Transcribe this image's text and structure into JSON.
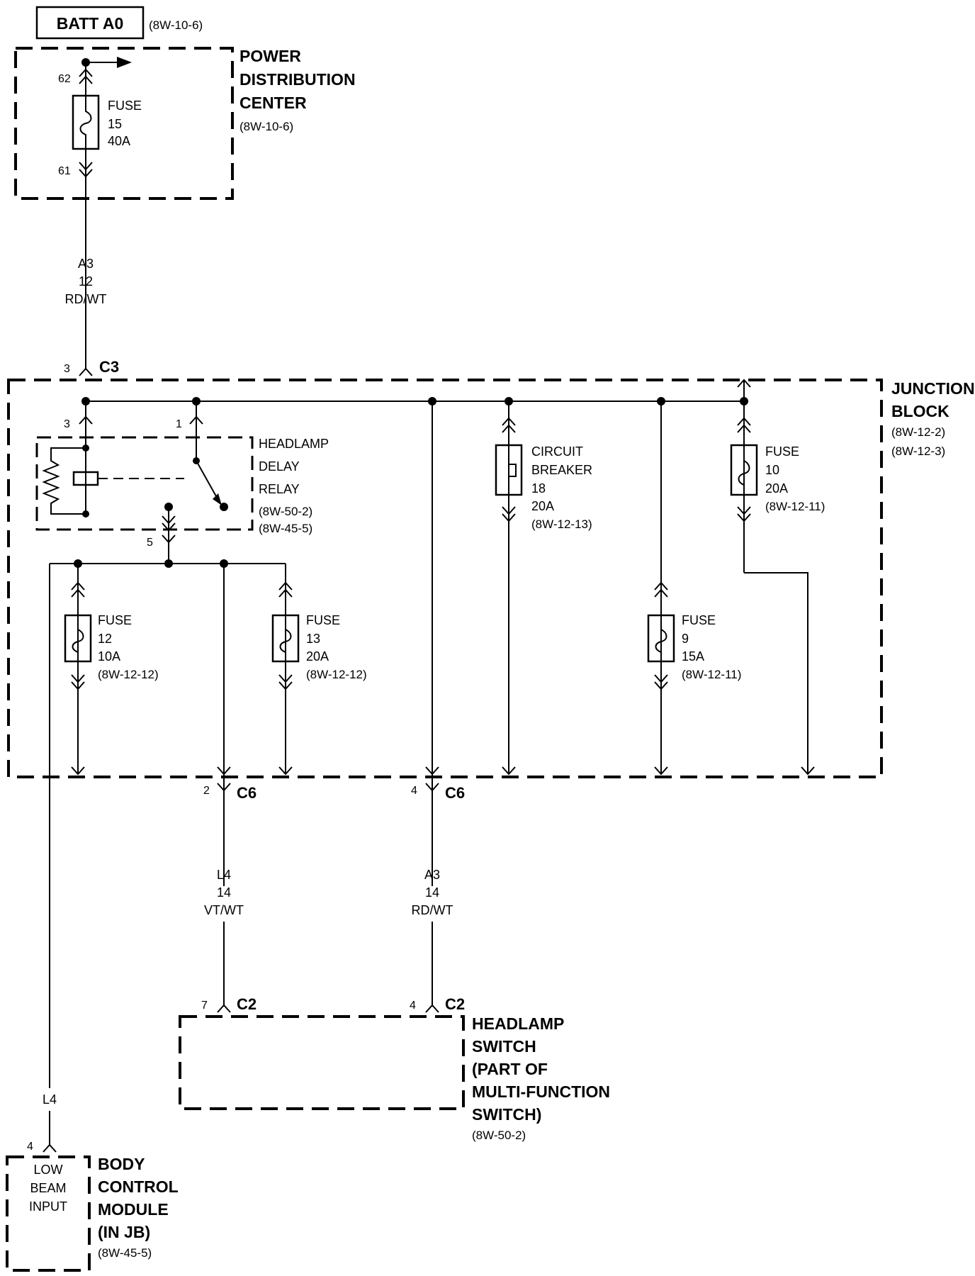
{
  "top": {
    "batt_label": "BATT A0",
    "batt_ref": "(8W-10-6)"
  },
  "pdc": {
    "name_lines": [
      "POWER",
      "DISTRIBUTION",
      "CENTER"
    ],
    "ref": "(8W-10-6)",
    "pin_in": "62",
    "pin_out": "61",
    "fuse": [
      "FUSE",
      "15",
      "40A"
    ]
  },
  "wire_a3_top": [
    "A3",
    "12",
    "RD/WT"
  ],
  "c3": {
    "pin": "3",
    "name": "C3"
  },
  "junction_block": {
    "name_lines": [
      "JUNCTION",
      "BLOCK"
    ],
    "refs": [
      "(8W-12-2)",
      "(8W-12-3)"
    ]
  },
  "relay": {
    "pin_a": "3",
    "pin_b": "1",
    "pin_c": "5",
    "name_lines": [
      "HEADLAMP",
      "DELAY",
      "RELAY"
    ],
    "refs": [
      "(8W-50-2)",
      "(8W-45-5)"
    ]
  },
  "circuit_breaker": [
    "CIRCUIT",
    "BREAKER",
    "18",
    "20A",
    "(8W-12-13)"
  ],
  "fuse10": [
    "FUSE",
    "10",
    "20A",
    "(8W-12-11)"
  ],
  "fuse12": [
    "FUSE",
    "12",
    "10A",
    "(8W-12-12)"
  ],
  "fuse13": [
    "FUSE",
    "13",
    "20A",
    "(8W-12-12)"
  ],
  "fuse9": [
    "FUSE",
    "9",
    "15A",
    "(8W-12-11)"
  ],
  "c6_left": {
    "pin": "2",
    "name": "C6"
  },
  "c6_right": {
    "pin": "4",
    "name": "C6"
  },
  "wire_l4": [
    "L4",
    "14",
    "VT/WT"
  ],
  "wire_a3_bottom": [
    "A3",
    "14",
    "RD/WT"
  ],
  "c2_left": {
    "pin": "7",
    "name": "C2"
  },
  "c2_right": {
    "pin": "4",
    "name": "C2"
  },
  "headlamp_switch": {
    "name_lines": [
      "HEADLAMP",
      "SWITCH",
      "(PART OF",
      "MULTI-FUNCTION",
      "SWITCH)"
    ],
    "ref": "(8W-50-2)"
  },
  "wire_l4_left": "L4",
  "bcm": {
    "pin": "4",
    "input_lines": [
      "LOW",
      "BEAM",
      "INPUT"
    ],
    "name_lines": [
      "BODY",
      "CONTROL",
      "MODULE",
      "(IN JB)"
    ],
    "ref": "(8W-45-5)"
  }
}
